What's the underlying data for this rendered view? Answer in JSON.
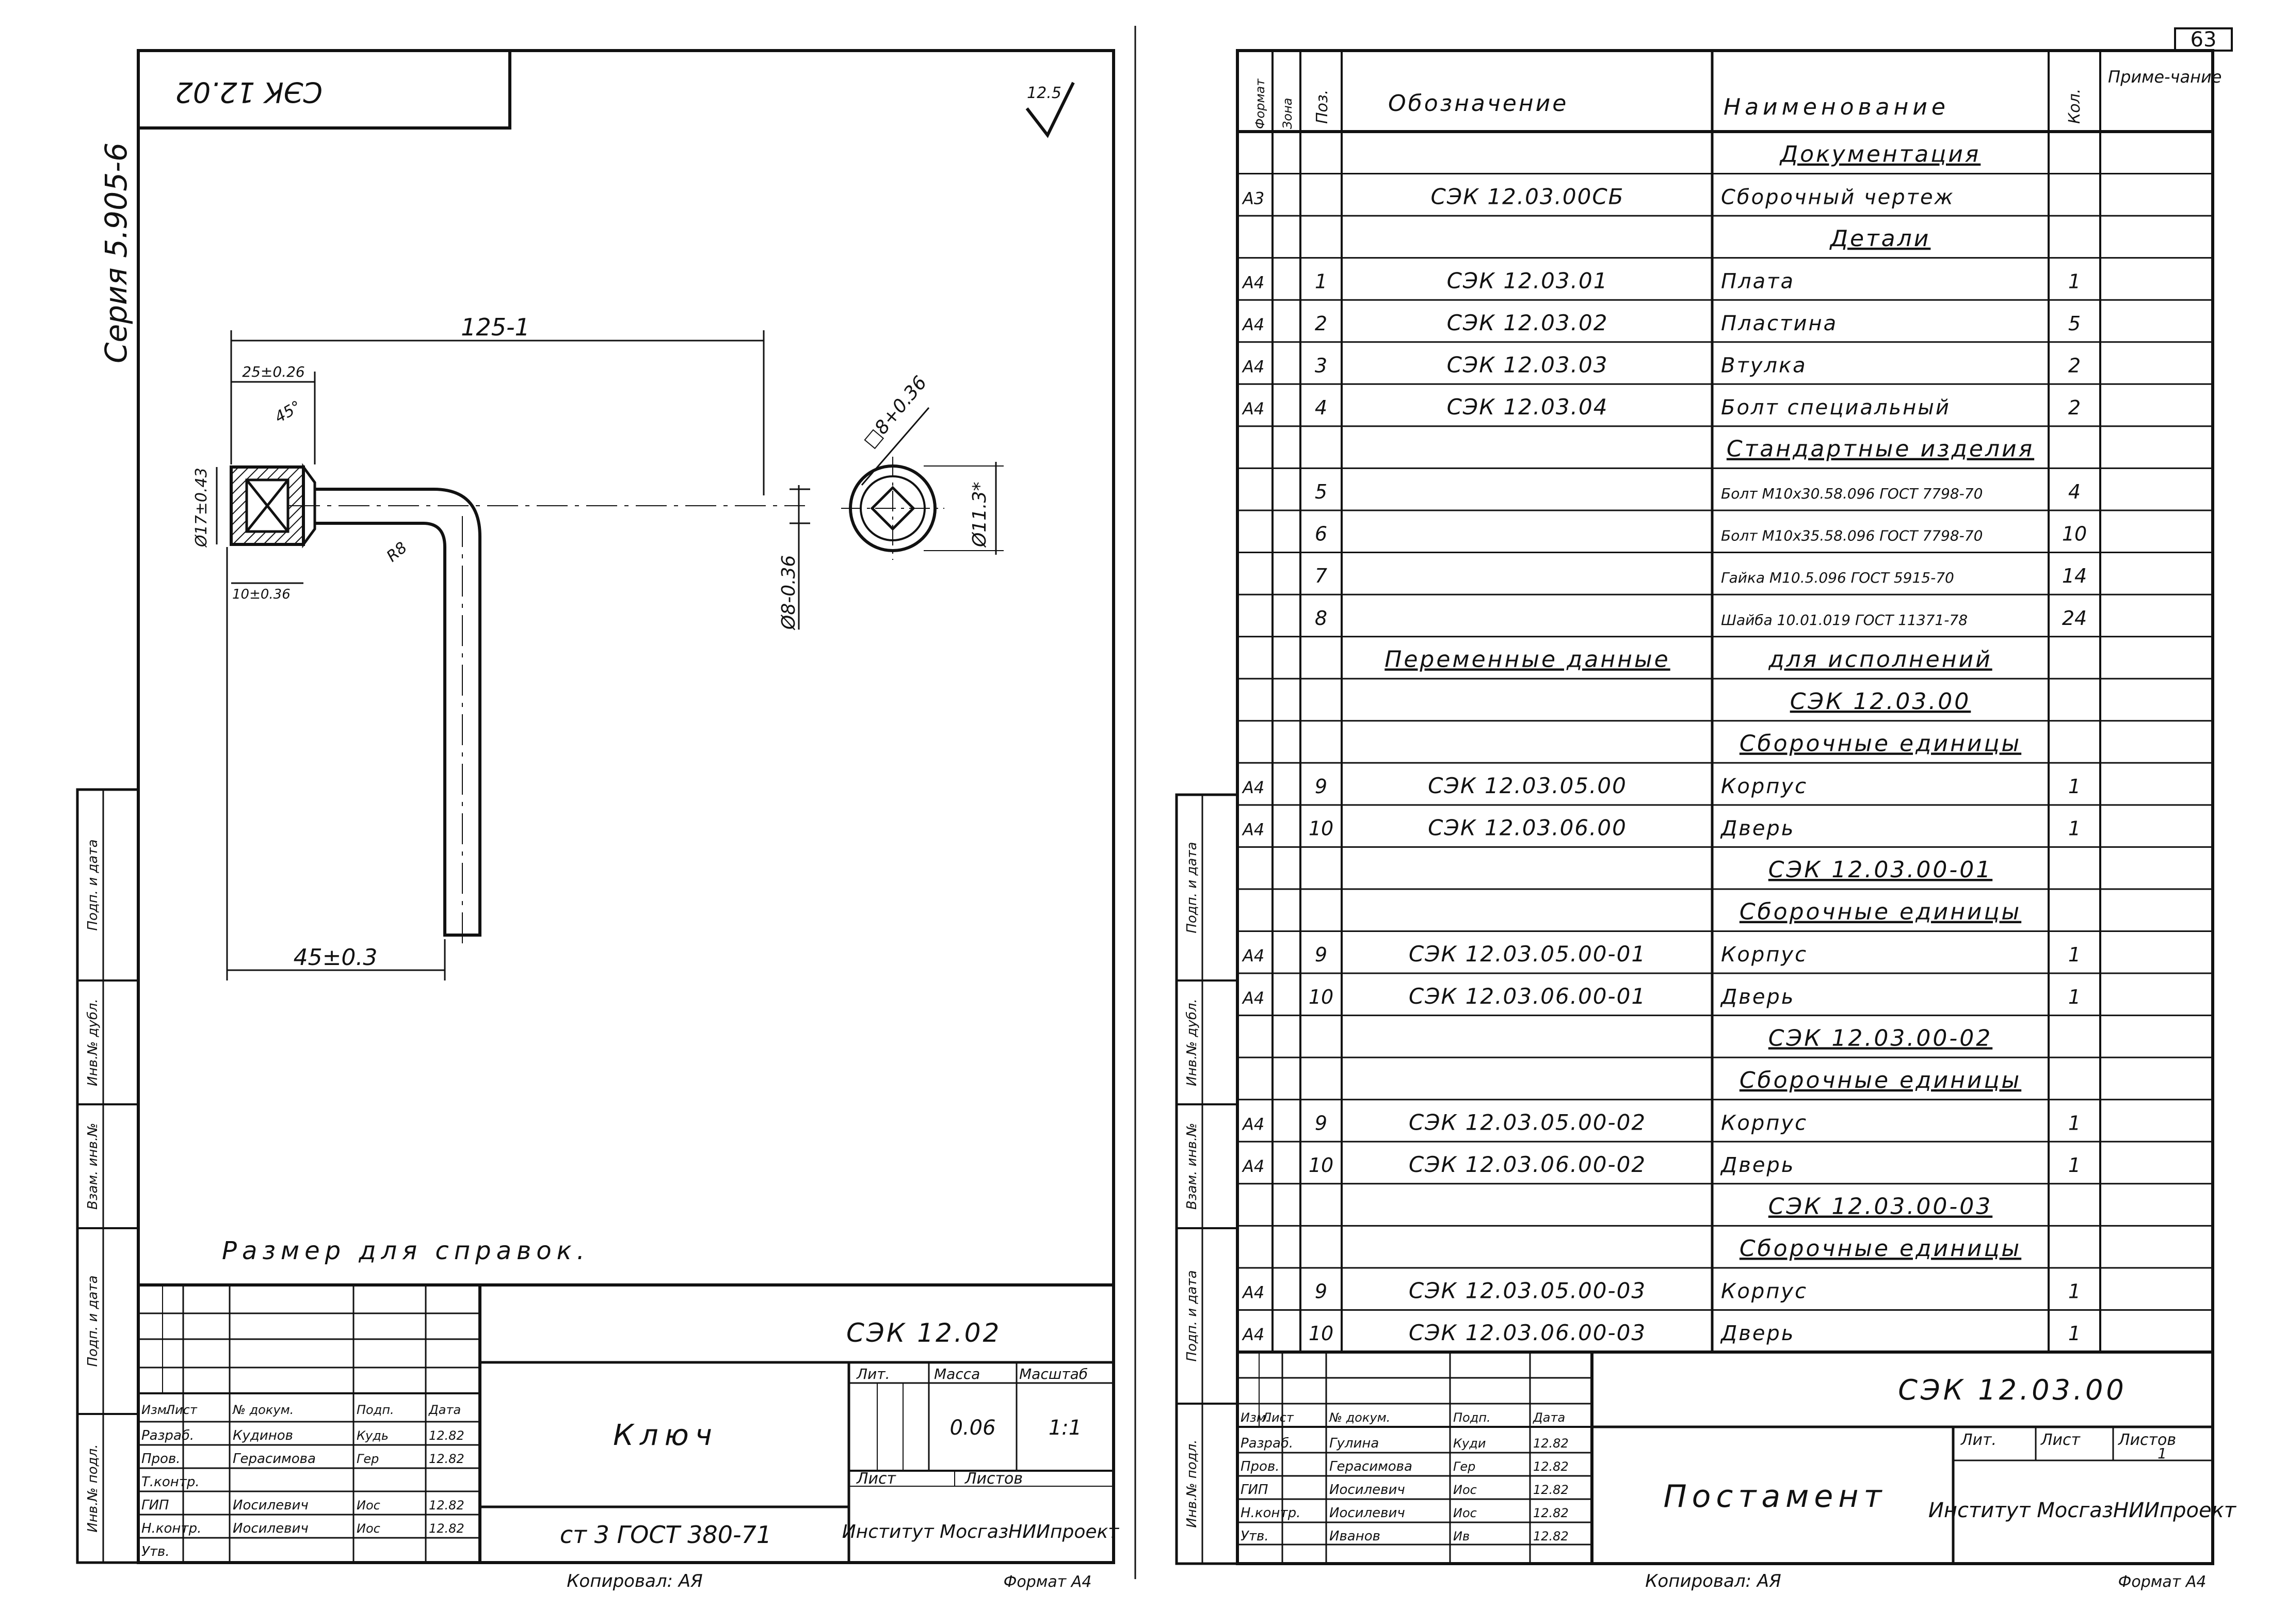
{
  "page_number": "63",
  "left_sheet": {
    "series": "Серия 5.905-6",
    "corner_stamp": "СЭК 12.02",
    "roughness": "12.5",
    "dims": {
      "length": "125-1",
      "socket_width": "25±0.26",
      "chamfer": "45°",
      "socket_dia": "Ø17±0.43",
      "socket_depth": "10±0.36",
      "bend_radius": "R8",
      "rod_dia": "Ø8-0.36",
      "short_arm": "45±0.3",
      "square": "□8+0.36",
      "outer_dia": "Ø11.3*"
    },
    "note": "Размер для справок.",
    "side_labels": [
      "Подп. и дата",
      "Инв.№ дубл.",
      "Взам. инв.№",
      "Подп. и дата",
      "Инв.№ подл."
    ],
    "title_block": {
      "designation": "СЭК 12.02",
      "name": "Ключ",
      "material": "ст 3 ГОСТ 380-71",
      "lit_label": "Лит.",
      "mass_label": "Масса",
      "scale_label": "Масштаб",
      "mass": "0.06",
      "scale": "1:1",
      "sheet_label": "Лист",
      "sheets_label": "Листов",
      "org": "Институт МосгазНИИпроект",
      "headers": [
        "Изм.",
        "Лист",
        "№ докум.",
        "Подп.",
        "Дата"
      ],
      "roles": [
        {
          "role": "Разраб.",
          "name": "Кудинов",
          "sign": "Кудь",
          "date": "12.82"
        },
        {
          "role": "Пров.",
          "name": "Герасимова",
          "sign": "Гер",
          "date": "12.82"
        },
        {
          "role": "Т.контр.",
          "name": "",
          "sign": "",
          "date": ""
        },
        {
          "role": "ГИП",
          "name": "Иосилевич",
          "sign": "Иос",
          "date": "12.82"
        },
        {
          "role": "Н.контр.",
          "name": "Иосилевич",
          "sign": "Иос",
          "date": "12.82"
        },
        {
          "role": "Утв.",
          "name": "",
          "sign": "",
          "date": ""
        }
      ]
    },
    "copied": "Копировал: АЯ",
    "format": "Формат А4"
  },
  "right_sheet": {
    "headers": {
      "format": "Формат",
      "zone": "Зона",
      "pos": "Поз.",
      "designation": "Обозначение",
      "name": "Наименование",
      "qty": "Кол.",
      "note": "Приме-чание"
    },
    "rows": [
      {
        "fmt": "",
        "pos": "",
        "des": "",
        "name": "Документация",
        "qty": "",
        "section": true
      },
      {
        "fmt": "А3",
        "pos": "",
        "des": "СЭК 12.03.00СБ",
        "name": "Сборочный чертеж",
        "qty": "",
        "section": false
      },
      {
        "fmt": "",
        "pos": "",
        "des": "",
        "name": "Детали",
        "qty": "",
        "section": true
      },
      {
        "fmt": "А4",
        "pos": "1",
        "des": "СЭК 12.03.01",
        "name": "Плата",
        "qty": "1",
        "section": false
      },
      {
        "fmt": "А4",
        "pos": "2",
        "des": "СЭК 12.03.02",
        "name": "Пластина",
        "qty": "5",
        "section": false
      },
      {
        "fmt": "А4",
        "pos": "3",
        "des": "СЭК 12.03.03",
        "name": "Втулка",
        "qty": "2",
        "section": false
      },
      {
        "fmt": "А4",
        "pos": "4",
        "des": "СЭК 12.03.04",
        "name": "Болт специальный",
        "qty": "2",
        "section": false
      },
      {
        "fmt": "",
        "pos": "",
        "des": "",
        "name": "Стандартные изделия",
        "qty": "",
        "section": true
      },
      {
        "fmt": "",
        "pos": "5",
        "des": "",
        "name": "Болт М10х30.58.096 ГОСТ 7798-70",
        "qty": "4",
        "section": false
      },
      {
        "fmt": "",
        "pos": "6",
        "des": "",
        "name": "Болт М10х35.58.096 ГОСТ 7798-70",
        "qty": "10",
        "section": false
      },
      {
        "fmt": "",
        "pos": "7",
        "des": "",
        "name": "Гайка М10.5.096 ГОСТ 5915-70",
        "qty": "14",
        "section": false
      },
      {
        "fmt": "",
        "pos": "8",
        "des": "",
        "name": "Шайба 10.01.019 ГОСТ 11371-78",
        "qty": "24",
        "section": false
      },
      {
        "fmt": "",
        "pos": "",
        "des": "Переменные данные",
        "name": "для исполнений",
        "qty": "",
        "section": true
      },
      {
        "fmt": "",
        "pos": "",
        "des": "",
        "name": "СЭК 12.03.00",
        "qty": "",
        "section": true
      },
      {
        "fmt": "",
        "pos": "",
        "des": "",
        "name": "Сборочные единицы",
        "qty": "",
        "section": true
      },
      {
        "fmt": "А4",
        "pos": "9",
        "des": "СЭК 12.03.05.00",
        "name": "Корпус",
        "qty": "1",
        "section": false
      },
      {
        "fmt": "А4",
        "pos": "10",
        "des": "СЭК 12.03.06.00",
        "name": "Дверь",
        "qty": "1",
        "section": false
      },
      {
        "fmt": "",
        "pos": "",
        "des": "",
        "name": "СЭК 12.03.00-01",
        "qty": "",
        "section": true
      },
      {
        "fmt": "",
        "pos": "",
        "des": "",
        "name": "Сборочные единицы",
        "qty": "",
        "section": true
      },
      {
        "fmt": "А4",
        "pos": "9",
        "des": "СЭК 12.03.05.00-01",
        "name": "Корпус",
        "qty": "1",
        "section": false
      },
      {
        "fmt": "А4",
        "pos": "10",
        "des": "СЭК 12.03.06.00-01",
        "name": "Дверь",
        "qty": "1",
        "section": false
      },
      {
        "fmt": "",
        "pos": "",
        "des": "",
        "name": "СЭК 12.03.00-02",
        "qty": "",
        "section": true
      },
      {
        "fmt": "",
        "pos": "",
        "des": "",
        "name": "Сборочные единицы",
        "qty": "",
        "section": true
      },
      {
        "fmt": "А4",
        "pos": "9",
        "des": "СЭК 12.03.05.00-02",
        "name": "Корпус",
        "qty": "1",
        "section": false
      },
      {
        "fmt": "А4",
        "pos": "10",
        "des": "СЭК 12.03.06.00-02",
        "name": "Дверь",
        "qty": "1",
        "section": false
      },
      {
        "fmt": "",
        "pos": "",
        "des": "",
        "name": "СЭК 12.03.00-03",
        "qty": "",
        "section": true
      },
      {
        "fmt": "",
        "pos": "",
        "des": "",
        "name": "Сборочные единицы",
        "qty": "",
        "section": true
      },
      {
        "fmt": "А4",
        "pos": "9",
        "des": "СЭК 12.03.05.00-03",
        "name": "Корпус",
        "qty": "1",
        "section": false
      },
      {
        "fmt": "А4",
        "pos": "10",
        "des": "СЭК 12.03.06.00-03",
        "name": "Дверь",
        "qty": "1",
        "section": false
      }
    ],
    "side_labels": [
      "Подп. и дата",
      "Инв.№ дубл.",
      "Взам. инв.№",
      "Подп. и дата",
      "Инв.№ подл."
    ],
    "title_block": {
      "designation": "СЭК 12.03.00",
      "name": "Постамент",
      "lit_label": "Лит.",
      "sheet_label": "Лист",
      "sheets_label": "Листов",
      "sheets": "1",
      "org": "Институт МосгазНИИпроект",
      "headers": [
        "Изм.",
        "Лист",
        "№ докум.",
        "Подп.",
        "Дата"
      ],
      "roles": [
        {
          "role": "Разраб.",
          "name": "Гулина",
          "sign": "Куди",
          "date": "12.82"
        },
        {
          "role": "Пров.",
          "name": "Герасимова",
          "sign": "Гер",
          "date": "12.82"
        },
        {
          "role": "ГИП",
          "name": "Иосилевич",
          "sign": "Иос",
          "date": "12.82"
        },
        {
          "role": "Н.контр.",
          "name": "Иосилевич",
          "sign": "Иос",
          "date": "12.82"
        },
        {
          "role": "Утв.",
          "name": "Иванов",
          "sign": "Ив",
          "date": "12.82"
        }
      ]
    },
    "copied": "Копировал: АЯ",
    "format": "Формат А4"
  }
}
